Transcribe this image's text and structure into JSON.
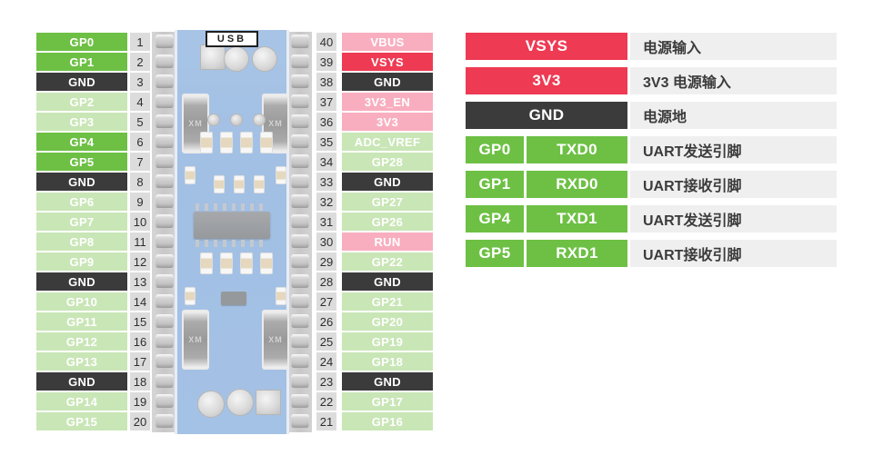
{
  "colors": {
    "green_bright": "#6dc044",
    "green_dim": "#c9e6b6",
    "pink_dim": "#f8aebf",
    "red_bright": "#ee3a53",
    "gnd_dark": "#3b3b3b",
    "num_bg": "#dcdcdc",
    "desc_bg": "#efefef",
    "board_blue": "#81aadb"
  },
  "board": {
    "usb_label": "USB",
    "xm_mark": "XM"
  },
  "left_pins": [
    {
      "num": "1",
      "label": "GP0",
      "type": "bright"
    },
    {
      "num": "2",
      "label": "GP1",
      "type": "bright"
    },
    {
      "num": "3",
      "label": "GND",
      "type": "gnd"
    },
    {
      "num": "4",
      "label": "GP2",
      "type": "dim"
    },
    {
      "num": "5",
      "label": "GP3",
      "type": "dim"
    },
    {
      "num": "6",
      "label": "GP4",
      "type": "bright"
    },
    {
      "num": "7",
      "label": "GP5",
      "type": "bright"
    },
    {
      "num": "8",
      "label": "GND",
      "type": "gnd"
    },
    {
      "num": "9",
      "label": "GP6",
      "type": "dim"
    },
    {
      "num": "10",
      "label": "GP7",
      "type": "dim"
    },
    {
      "num": "11",
      "label": "GP8",
      "type": "dim"
    },
    {
      "num": "12",
      "label": "GP9",
      "type": "dim"
    },
    {
      "num": "13",
      "label": "GND",
      "type": "gnd"
    },
    {
      "num": "14",
      "label": "GP10",
      "type": "dim"
    },
    {
      "num": "15",
      "label": "GP11",
      "type": "dim"
    },
    {
      "num": "16",
      "label": "GP12",
      "type": "dim"
    },
    {
      "num": "17",
      "label": "GP13",
      "type": "dim"
    },
    {
      "num": "18",
      "label": "GND",
      "type": "gnd"
    },
    {
      "num": "19",
      "label": "GP14",
      "type": "dim"
    },
    {
      "num": "20",
      "label": "GP15",
      "type": "dim"
    }
  ],
  "right_pins": [
    {
      "num": "40",
      "label": "VBUS",
      "type": "pink"
    },
    {
      "num": "39",
      "label": "VSYS",
      "type": "red"
    },
    {
      "num": "38",
      "label": "GND",
      "type": "gnd"
    },
    {
      "num": "37",
      "label": "3V3_EN",
      "type": "pink"
    },
    {
      "num": "36",
      "label": "3V3",
      "type": "pink"
    },
    {
      "num": "35",
      "label": "ADC_VREF",
      "type": "dim"
    },
    {
      "num": "34",
      "label": "GP28",
      "type": "dim"
    },
    {
      "num": "33",
      "label": "GND",
      "type": "gnd"
    },
    {
      "num": "32",
      "label": "GP27",
      "type": "dim"
    },
    {
      "num": "31",
      "label": "GP26",
      "type": "dim"
    },
    {
      "num": "30",
      "label": "RUN",
      "type": "pink"
    },
    {
      "num": "29",
      "label": "GP22",
      "type": "dim"
    },
    {
      "num": "28",
      "label": "GND",
      "type": "gnd"
    },
    {
      "num": "27",
      "label": "GP21",
      "type": "dim"
    },
    {
      "num": "26",
      "label": "GP20",
      "type": "dim"
    },
    {
      "num": "25",
      "label": "GP19",
      "type": "dim"
    },
    {
      "num": "24",
      "label": "GP18",
      "type": "dim"
    },
    {
      "num": "23",
      "label": "GND",
      "type": "gnd"
    },
    {
      "num": "22",
      "label": "GP17",
      "type": "dim"
    },
    {
      "num": "21",
      "label": "GP16",
      "type": "dim"
    }
  ],
  "legend": {
    "rows": [
      {
        "cells": [
          "VSYS"
        ],
        "type": "red",
        "desc": "电源输入"
      },
      {
        "cells": [
          "3V3"
        ],
        "type": "red",
        "desc": "3V3 电源输入"
      },
      {
        "cells": [
          "GND"
        ],
        "type": "gnd",
        "desc": "电源地"
      },
      {
        "cells": [
          "GP0",
          "TXD0"
        ],
        "type": "green",
        "desc": "UART发送引脚"
      },
      {
        "cells": [
          "GP1",
          "RXD0"
        ],
        "type": "green",
        "desc": "UART接收引脚"
      },
      {
        "cells": [
          "GP4",
          "TXD1"
        ],
        "type": "green",
        "desc": "UART发送引脚"
      },
      {
        "cells": [
          "GP5",
          "RXD1"
        ],
        "type": "green",
        "desc": "UART接收引脚"
      }
    ]
  }
}
